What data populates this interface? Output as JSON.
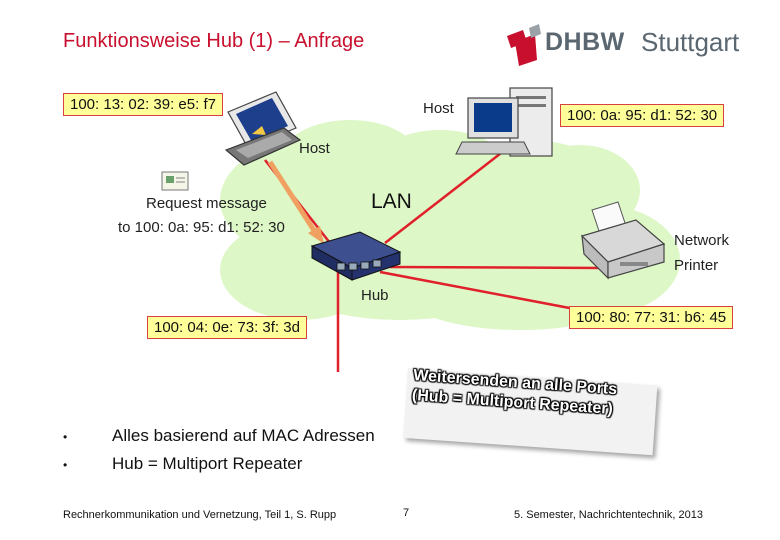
{
  "title": "Funktionsweise Hub (1) – Anfrage",
  "logo": {
    "brand": "DHBW",
    "city": "Stuttgart"
  },
  "diagram": {
    "host_left_mac": "100: 13: 02: 39: e5: f7",
    "host_right_mac": "100: 0a: 95: d1: 52: 30",
    "host_right_label": "Host",
    "host_left_label": "Host",
    "request_line1": "Request message",
    "request_line2": "to 100: 0a: 95: d1: 52: 30",
    "lan_label": "LAN",
    "printer_line1": "Network",
    "printer_line2": "Printer",
    "hub_label": "Hub",
    "host_bottom_left_mac": "100: 04: 0e: 73: 3f: 3d",
    "host_bottom_right_mac": "100: 80: 77: 31: b6: 45",
    "callout_line1": "Weitersenden an alle Ports",
    "callout_line2": "(Hub = Multiport Repeater)"
  },
  "bullets": [
    "Alles basierend auf MAC Adressen",
    "Hub = Multiport Repeater"
  ],
  "bullet_symbol": "•",
  "footer": {
    "left": "Rechnerkommunikation und Vernetzung, Teil 1, S. Rupp",
    "page": "7",
    "right": "5. Semester, Nachrichtentechnik, 2013"
  },
  "colors": {
    "title": "#c8102e",
    "links": "#e0202a",
    "lan_cloud": "#ddf7c6",
    "address_box": "#ffff99",
    "arrow": "#f0a060"
  }
}
